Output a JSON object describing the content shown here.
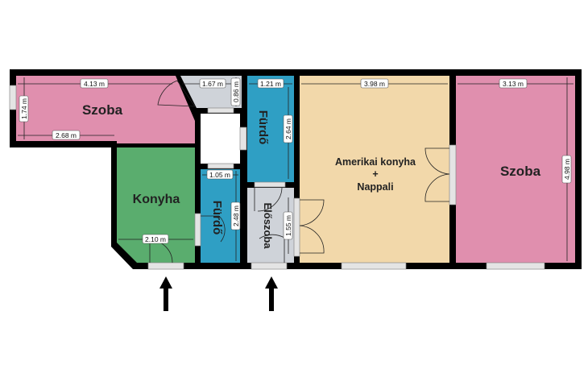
{
  "colors": {
    "wall": "#000000",
    "szoba": "#e08fae",
    "konyha": "#5aad6e",
    "furdo": "#2f9fc4",
    "eloszoba": "#cfd3d9",
    "nappali": "#f2d8aa",
    "closet": "#ffffff"
  },
  "rooms": {
    "szoba_left": "Szoba",
    "konyha": "Konyha",
    "furdo_small": "Fürdő",
    "furdo_big": "Fürdő",
    "eloszoba": "Előszoba",
    "nappali_line1": "Amerikai konyha",
    "nappali_line2": "+",
    "nappali_line3": "Nappali",
    "szoba_right": "Szoba"
  },
  "dimensions": {
    "szoba_left_width": "4.13 m",
    "szoba_left_height": "1.74 m",
    "szoba_left_bottom": "2.68 m",
    "corridor_width": "1.67 m",
    "corridor_height": "0.86 m",
    "furdo_big_width": "1.21 m",
    "furdo_big_height": "2.64 m",
    "furdo_small_width": "1.05 m",
    "furdo_small_height": "2.48 m",
    "eloszoba_height": "1.55 m",
    "konyha_width": "2.10 m",
    "nappali_width": "3.98 m",
    "szoba_right_width": "3.13 m",
    "szoba_right_height": "4.98 m"
  },
  "icons": {
    "entrance": "arrow-up-icon"
  }
}
